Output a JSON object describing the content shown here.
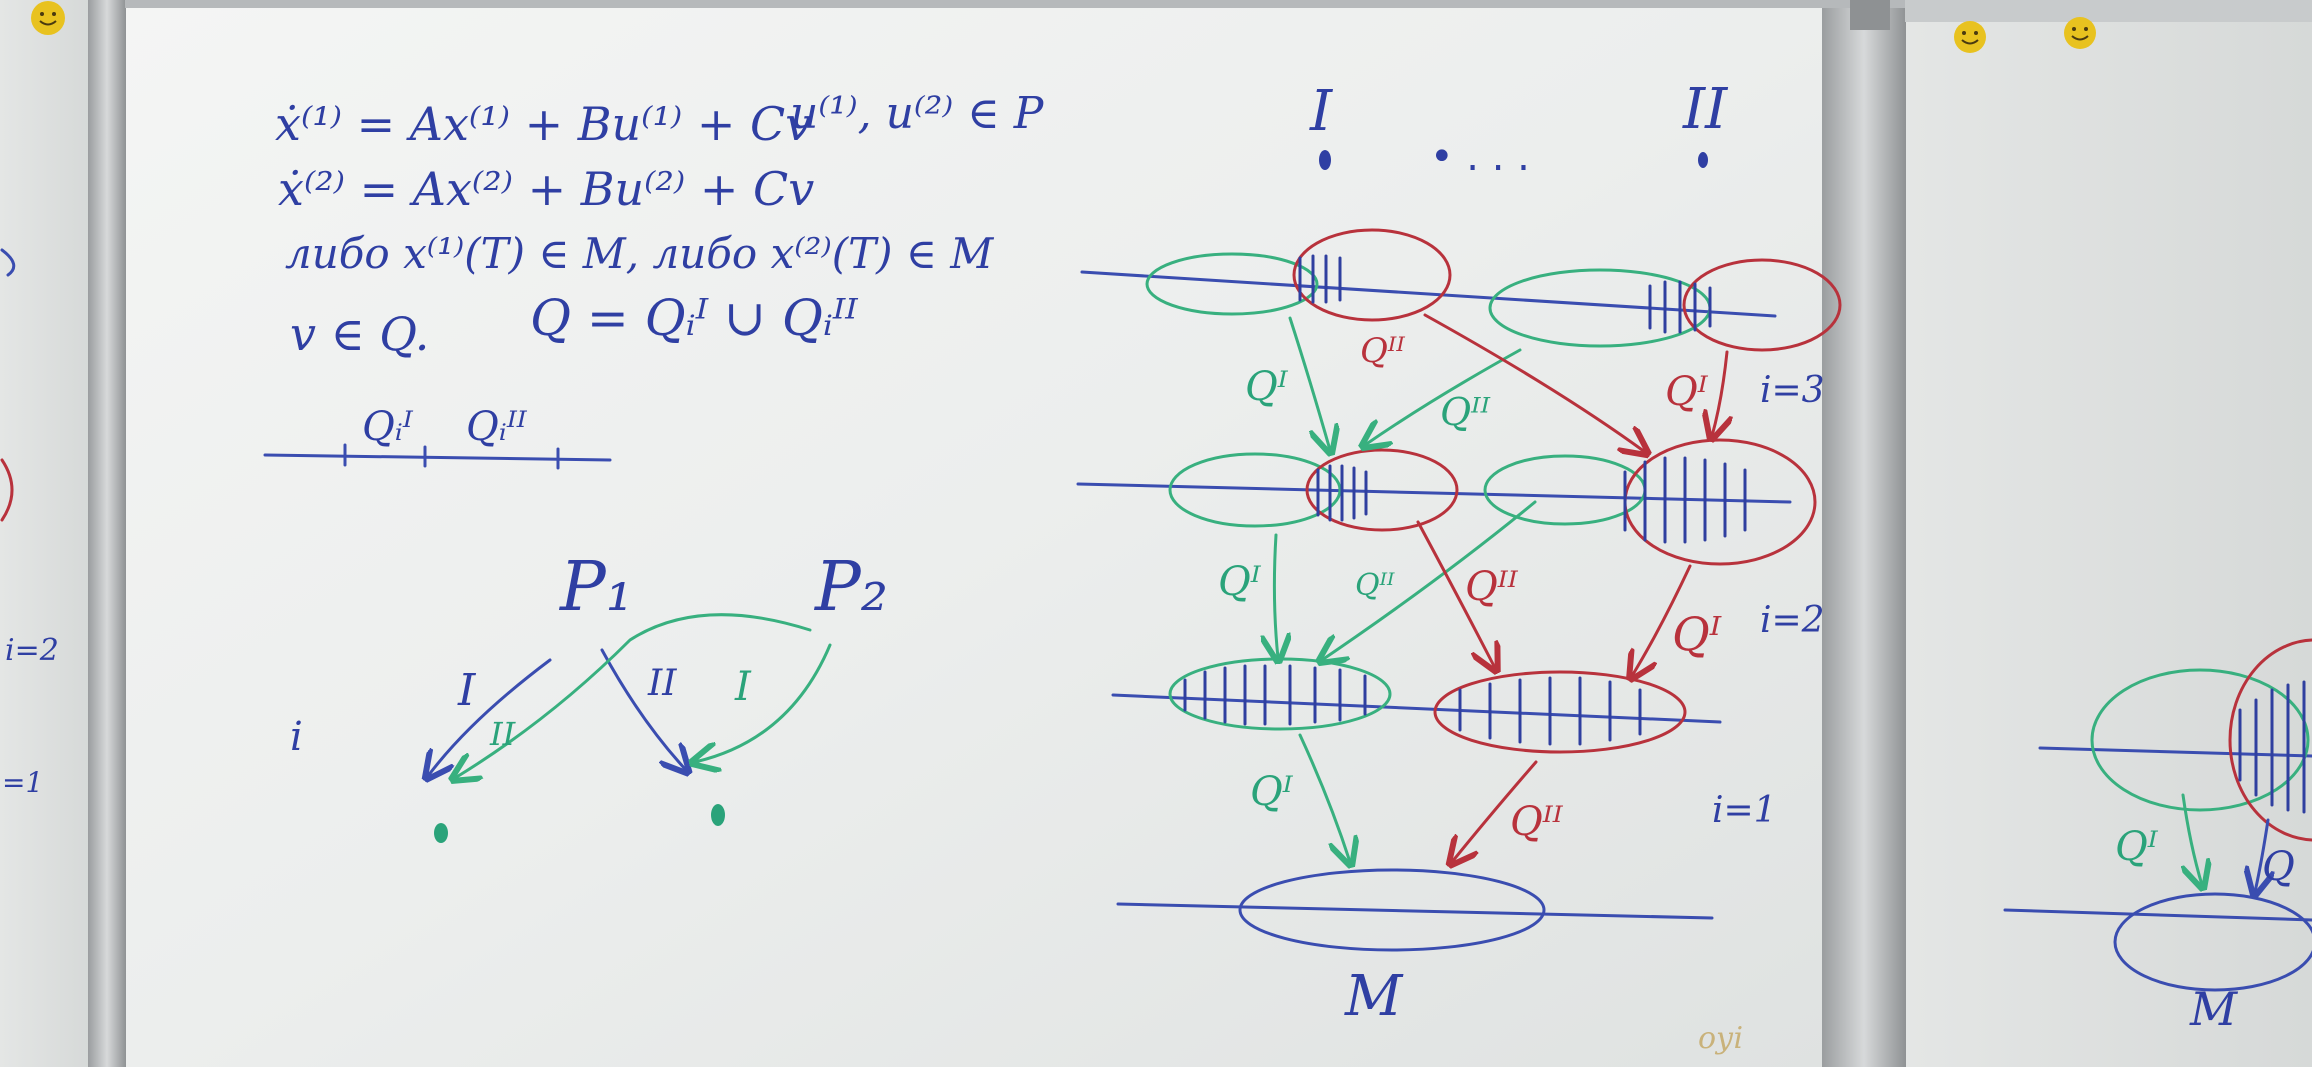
{
  "equations": {
    "line1": "ẋ⁽¹⁾ = Ax⁽¹⁾ + Bu⁽¹⁾ + Cv",
    "line2": "ẋ⁽²⁾ = Ax⁽²⁾ + Bu⁽²⁾ + Cv",
    "line3": "либо  x⁽¹⁾(T) ∈ M,  либо  x⁽²⁾(T) ∈ M",
    "line4a": "v ∈ Q.",
    "line4b": "Q = Qᵢᴵ ∪ Qᵢᴵᴵ",
    "controls": "u⁽¹⁾, u⁽²⁾ ∈ P"
  },
  "segment": {
    "q1": "Qᵢᴵ",
    "q2": "Qᵢᴵᴵ"
  },
  "game_tree": {
    "p1": "P₁",
    "p2": "P₂",
    "i_label": "i",
    "edge_labels": [
      "I",
      "II",
      "II",
      "I"
    ]
  },
  "diagram": {
    "player1": "I",
    "player2": "II",
    "dots": "• . . .",
    "levels": [
      "i=3",
      "i=2",
      "i=1"
    ],
    "target": "M",
    "arrow_labels": [
      "Qᴵ",
      "Qᴵᴵ",
      "Qᴵ",
      "Qᴵᴵ",
      "Qᴵ",
      "Qᴵᴵ",
      "Qᴵᴵ",
      "Qᴵ",
      "Qᴵ",
      "Qᴵᴵ"
    ]
  },
  "left_board": {
    "labels": [
      "i=2",
      "=1"
    ]
  },
  "right_board": {
    "labels": [
      "Qᴵ",
      "Q",
      "M"
    ]
  },
  "corner_text": "оуі"
}
